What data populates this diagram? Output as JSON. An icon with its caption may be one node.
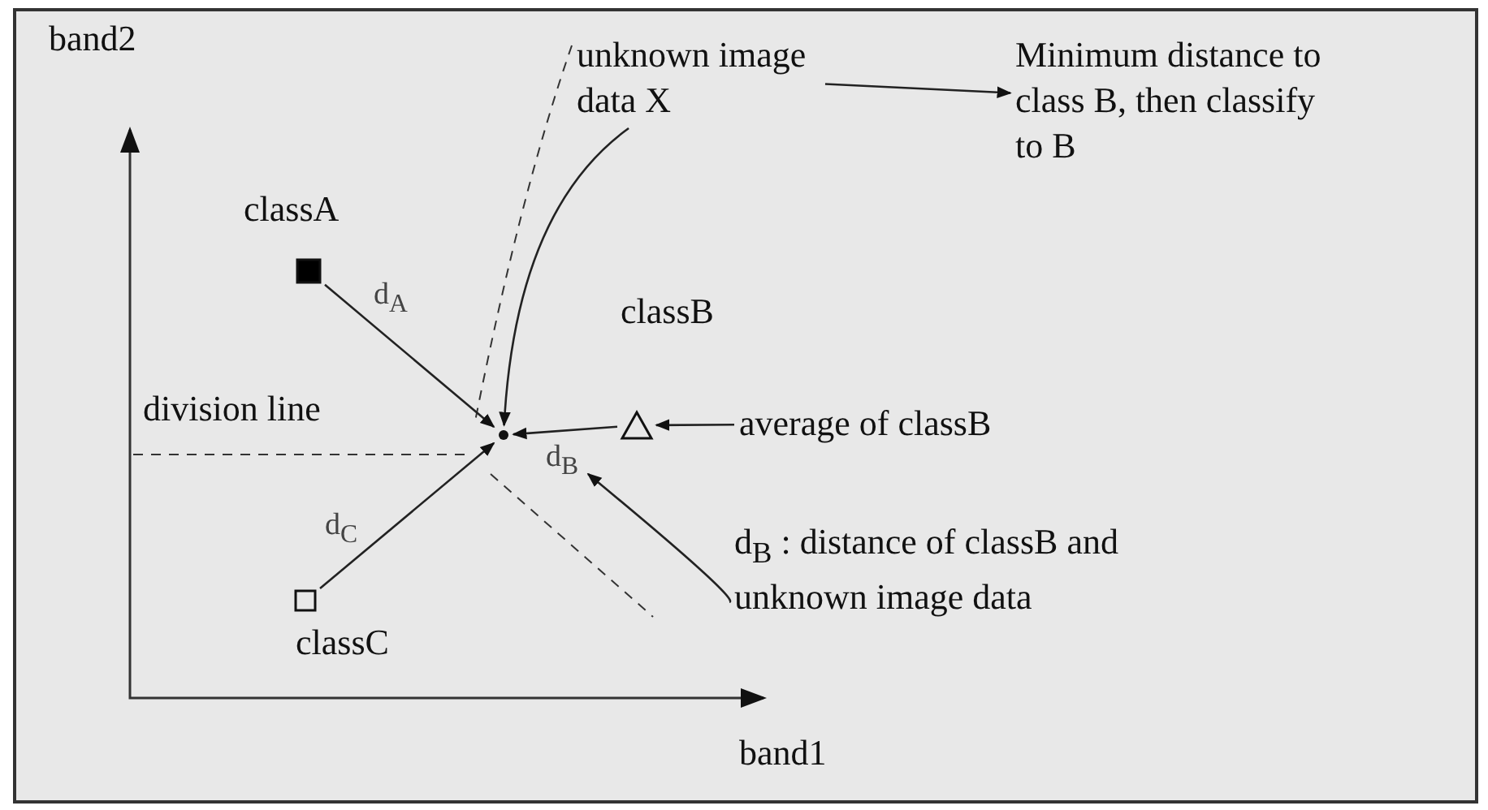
{
  "diagram": {
    "nodes": [
      {
        "text": [],
        "shape": "box",
        "beside": [
          "classA"
        ]
      },
      {
        "text": [],
        "shape": "triangle",
        "beside": [
          "classB"
        ]
      },
      {
        "text": [],
        "shape": "box",
        "beside": [
          "classC"
        ]
      },
      {
        "text": [],
        "shape": "circle"
      },
      {
        "text": [
          "unknown image data X"
        ]
      },
      {
        "text": [
          "Minimum distance to class B,  then classify to B"
        ]
      },
      {
        "text": [
          "average of classB"
        ]
      },
      {
        "text": [
          "d$_{B}$ : distance of classB and unknown image data"
        ]
      }
    ],
    "edges": [
      {
        "from": 0,
        "to": 3,
        "arrow": "to",
        "label": "d$_{A}$"
      },
      {
        "from": 1,
        "to": 3,
        "arrow": "to",
        "label": "d$_{B}$"
      },
      {
        "from": 2,
        "to": 3,
        "arrow": "to",
        "label": "d$_{C}$"
      },
      {
        "from": 4,
        "to": 3,
        "arrow": "to"
      },
      {
        "from": 4,
        "to": 5,
        "arrow": "to"
      },
      {
        "from": 6,
        "to": 1,
        "arrow": "to"
      },
      {
        "from": 7,
        "to": null,
        "arrow": "to"
      }
    ],
    "labels": [
      "band2",
      "division line",
      "band1"
    ]
  }
}
